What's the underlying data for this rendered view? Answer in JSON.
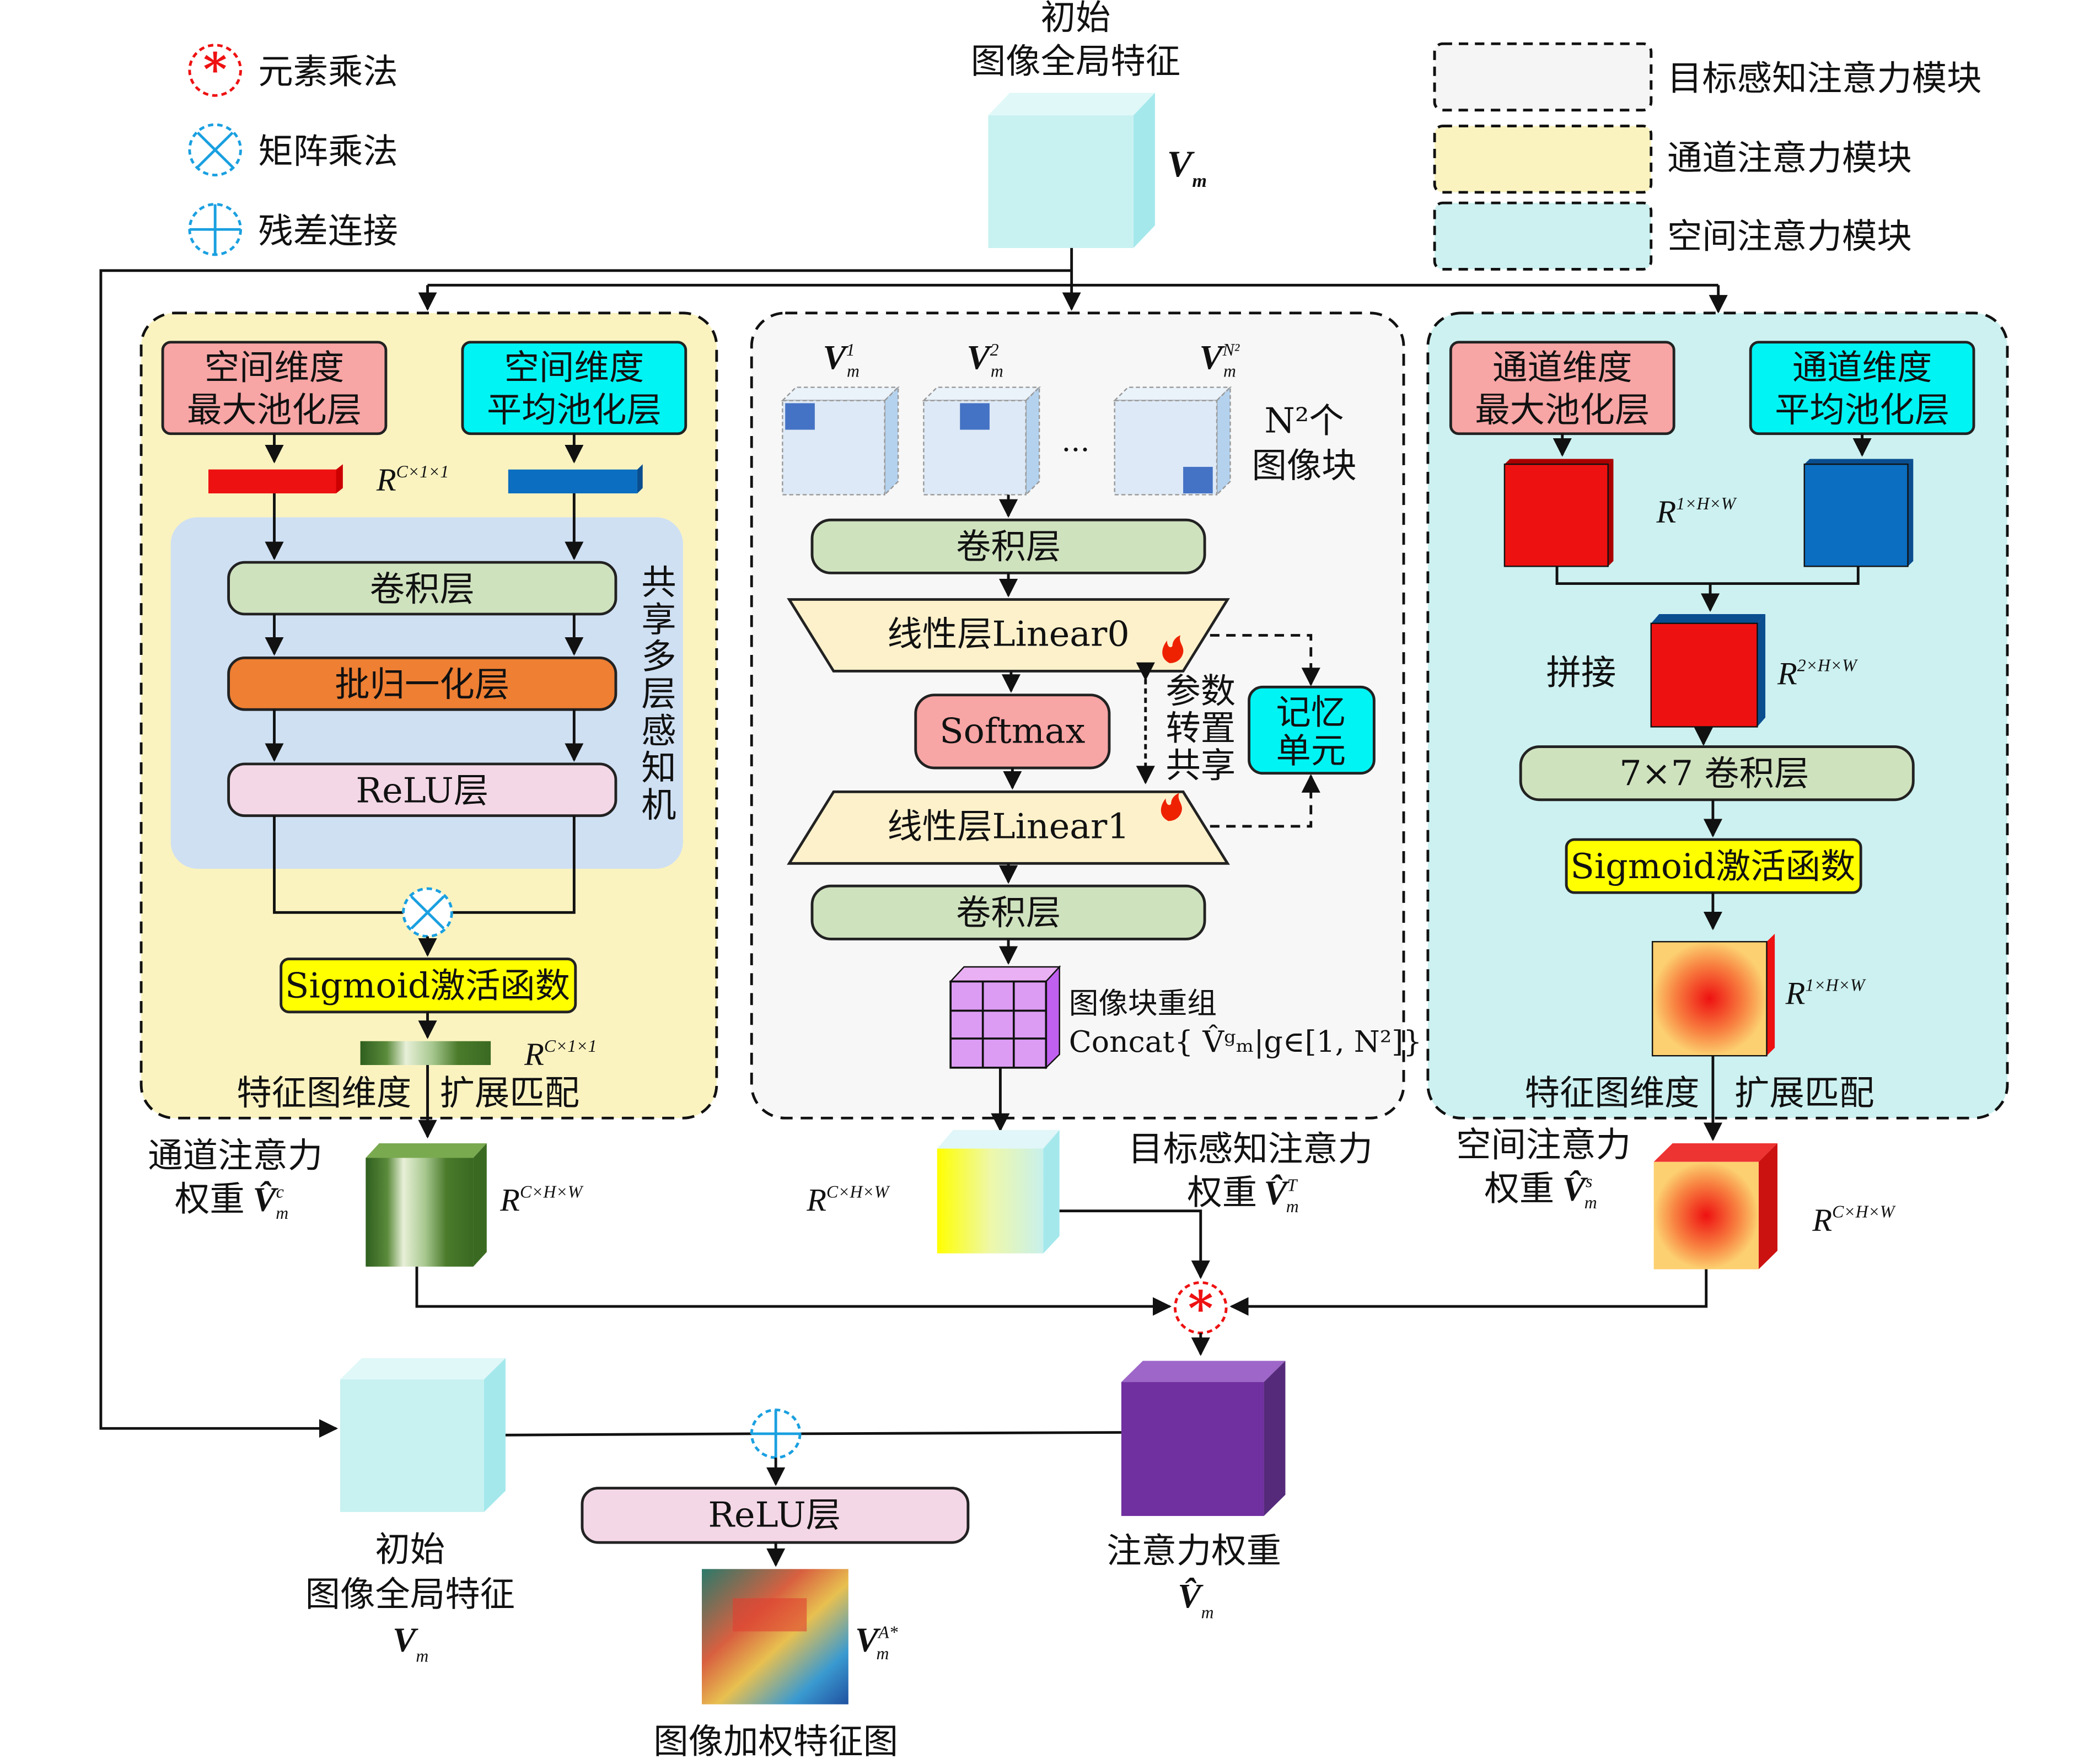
{
  "legend_ops": [
    {
      "icon": "asterisk-circle-icon",
      "label": "元素乘法",
      "color": "#ee1111"
    },
    {
      "icon": "cross-circle-icon",
      "label": "矩阵乘法",
      "color": "#1aa0e0"
    },
    {
      "icon": "plus-circle-icon",
      "label": "残差连接",
      "color": "#1aa0e0"
    }
  ],
  "legend_modules": [
    {
      "label": "目标感知注意力模块",
      "color": "#f5f5f5"
    },
    {
      "label": "通道注意力模块",
      "color": "#faf3c0"
    },
    {
      "label": "空间注意力模块",
      "color": "#cdf1f1"
    }
  ],
  "input": {
    "line1": "初始",
    "line2": "图像全局特征",
    "sym": "V",
    "sub": "m"
  },
  "channel": {
    "maxpool": [
      "空间维度",
      "最大池化层"
    ],
    "avgpool": [
      "空间维度",
      "平均池化层"
    ],
    "dim1": {
      "base": "R",
      "sup": "C×1×1"
    },
    "conv": "卷积层",
    "bn": "批归一化层",
    "relu": "ReLU层",
    "mlp_label": [
      "共",
      "享",
      "多",
      "层",
      "感",
      "知",
      "机"
    ],
    "sigmoid": "Sigmoid激活函数",
    "dim2": {
      "base": "R",
      "sup": "C×1×1"
    },
    "expand_left": "特征图维度",
    "expand_right": "扩展匹配",
    "weight": {
      "line1": "通道注意力",
      "line2": "权重",
      "sym": "V̂",
      "sup": "c",
      "sub": "m"
    },
    "dim3": {
      "base": "R",
      "sup": "C×H×W"
    }
  },
  "target": {
    "patches": [
      {
        "sym": "V",
        "sup": "1",
        "sub": "m"
      },
      {
        "sym": "V",
        "sup": "2",
        "sub": "m"
      },
      {
        "sym": "V",
        "sup": "N²",
        "sub": "m"
      }
    ],
    "ellipsis": "...",
    "patch_count": [
      "N²个",
      "图像块"
    ],
    "conv1": "卷积层",
    "linear0": "线性层Linear0",
    "softmax": "Softmax",
    "share": [
      "参数",
      "转置",
      "共享"
    ],
    "memory": [
      "记忆",
      "单元"
    ],
    "linear1": "线性层Linear1",
    "conv2": "卷积层",
    "regroup": "图像块重组",
    "concat": "Concat{ V̂ᵍₘ|g∈[1, N²]}",
    "dim": {
      "base": "R",
      "sup": "C×H×W"
    },
    "weight": {
      "line1": "目标感知注意力",
      "line2": "权重",
      "sym": "V̂",
      "sup": "T",
      "sub": "m"
    }
  },
  "spatial": {
    "maxpool": [
      "通道维度",
      "最大池化层"
    ],
    "avgpool": [
      "通道维度",
      "平均池化层"
    ],
    "dim1": {
      "base": "R",
      "sup": "1×H×W"
    },
    "concat": "拼接",
    "dim2": {
      "base": "R",
      "sup": "2×H×W"
    },
    "conv": "7×7  卷积层",
    "sigmoid": "Sigmoid激活函数",
    "dim3": {
      "base": "R",
      "sup": "1×H×W"
    },
    "expand_left": "特征图维度",
    "expand_right": "扩展匹配",
    "weight": {
      "line1": "空间注意力",
      "line2": "权重",
      "sym": "V̂",
      "sup": "s",
      "sub": "m"
    },
    "dim4": {
      "base": "R",
      "sup": "C×H×W"
    }
  },
  "bottom": {
    "input": {
      "line1": "初始",
      "line2": "图像全局特征",
      "sym": "V",
      "sub": "m"
    },
    "relu": "ReLU层",
    "output": {
      "sym": "V",
      "sup": "A*",
      "sub": "m",
      "caption": "图像加权特征图"
    },
    "attn": {
      "line1": "注意力权重",
      "sym": "V̂",
      "sub": "m"
    }
  }
}
